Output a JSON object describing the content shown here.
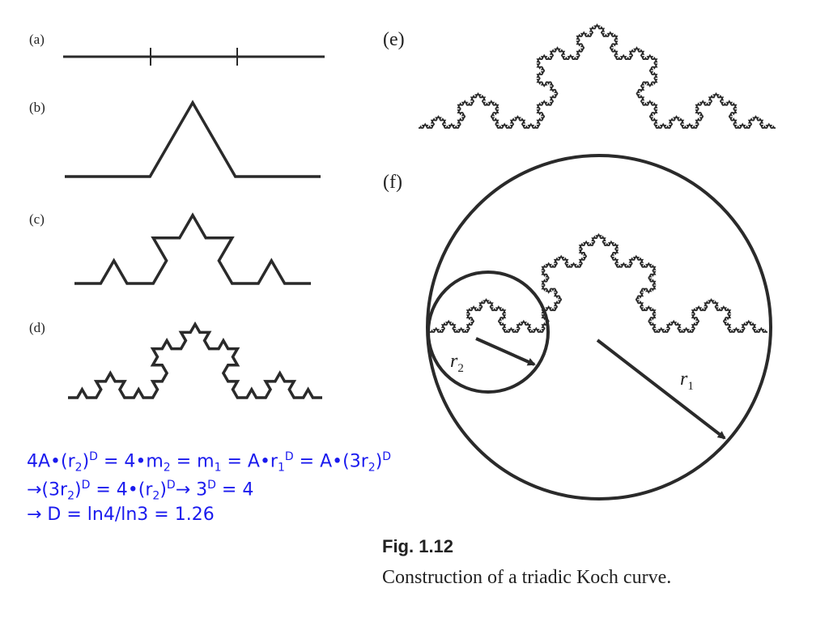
{
  "panels": {
    "a": "(a)",
    "b": "(b)",
    "c": "(c)",
    "d": "(d)",
    "e": "(e)",
    "f": "(f)"
  },
  "radius_labels": {
    "r2_base": "r",
    "r2_sub": "2",
    "r1_base": "r",
    "r1_sub": "1"
  },
  "equations": {
    "line1": {
      "p1": "4A•(r",
      "s1": "2",
      "p2": ")",
      "u1": "D",
      "p3": " = 4•m",
      "s2": "2",
      "p4": " = m",
      "s3": "1",
      "p5": " = A•r",
      "s4": "1",
      "u2": "D",
      "p6": " = A•(3r",
      "s5": "2",
      "p7": ")",
      "u3": "D"
    },
    "line2": {
      "p1": "→(3r",
      "s1": "2",
      "p2": ")",
      "u1": "D",
      "p3": " = 4•(r",
      "s2": "2",
      "p4": ")",
      "u2": "D",
      "p5": "→ 3",
      "u3": "D",
      "p6": " = 4"
    },
    "line3": "→ D = ln4/ln3 = 1.26"
  },
  "caption": {
    "number": "Fig. 1.12",
    "text": "Construction of a triadic Koch curve."
  },
  "colors": {
    "equation_text": "#1a1aee",
    "line_art": "#2a2a2a"
  }
}
